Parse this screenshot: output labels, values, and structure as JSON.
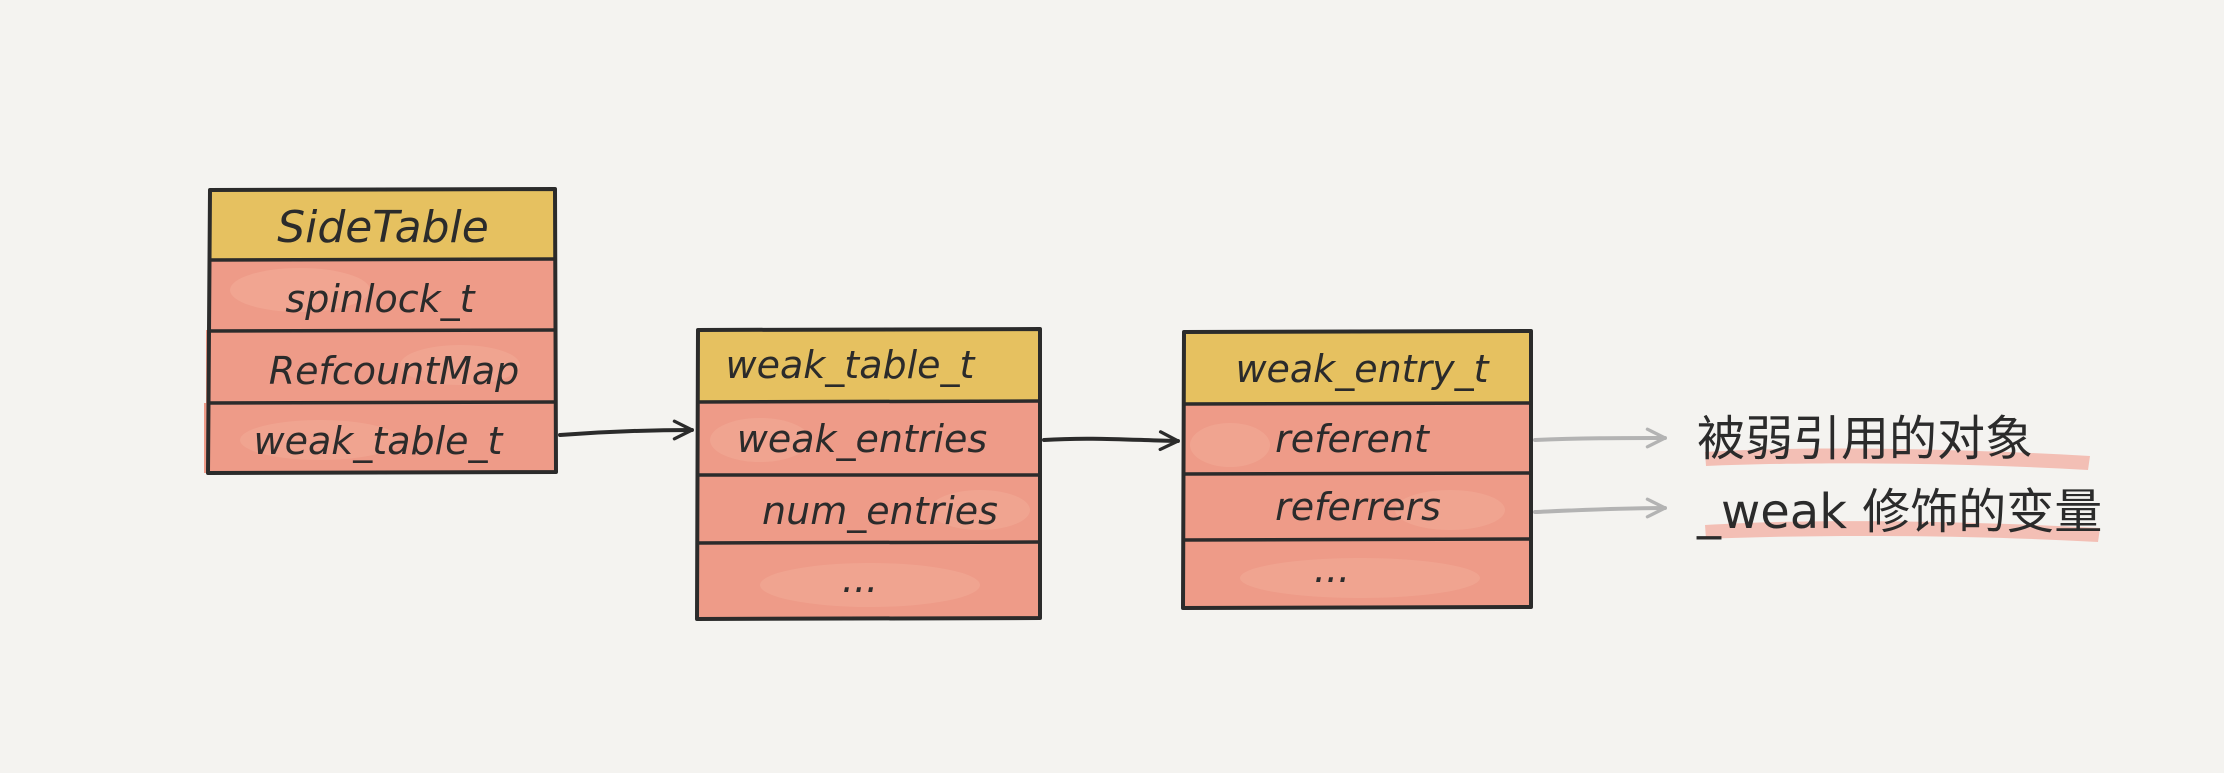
{
  "tables": [
    {
      "id": "sidetable",
      "title": "SideTable",
      "rows": [
        "spinlock_t",
        "RefcountMap",
        "weak_table_t"
      ]
    },
    {
      "id": "weak-table",
      "title": "weak_table_t",
      "rows": [
        "weak_entries",
        "num_entries",
        "..."
      ]
    },
    {
      "id": "weak-entry",
      "title": "weak_entry_t",
      "rows": [
        "referent",
        "referrers",
        "..."
      ]
    }
  ],
  "annotations": {
    "referent_note": "被弱引用的对象",
    "referrers_note": "_weak 修饰的变量"
  },
  "colors": {
    "header": "#e6c160",
    "cell": "#ee9b88",
    "cell_highlight": "#f2aa96",
    "stroke": "#2b2b2b",
    "arrow_gray": "#b3b3b3",
    "note_highlight": "#f3b2a6",
    "background": "#f4f3f0"
  }
}
